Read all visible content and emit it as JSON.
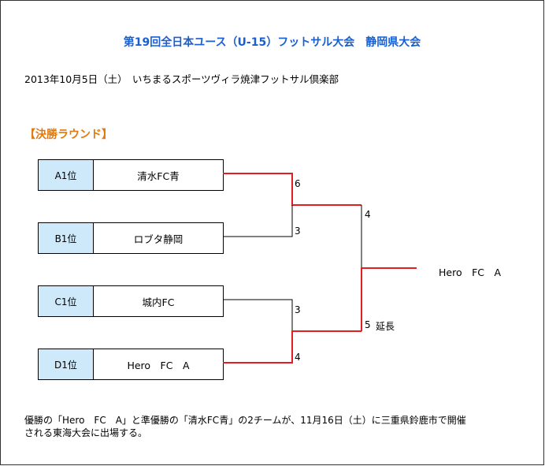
{
  "title": "第19回全日本ユース（U-15）フットサル大会　静岡県大会",
  "subtitle": "2013年10月5日（土）　いちまるスポーツヴィラ焼津フットサル倶楽部",
  "section_label": "【決勝ラウンド】",
  "teams": [
    {
      "seed": "A1位",
      "name": "清水FC青"
    },
    {
      "seed": "B1位",
      "name": "ロブタ静岡"
    },
    {
      "seed": "C1位",
      "name": "城内FC"
    },
    {
      "seed": "D1位",
      "name": "Hero　FC　A"
    }
  ],
  "scores": {
    "semi1_top": "6",
    "semi1_bottom": "3",
    "semi2_top": "3",
    "semi2_bottom": "4",
    "final_top": "4",
    "final_bottom": "5",
    "final_note": "延長"
  },
  "winner": "Hero　FC　A",
  "colors": {
    "title": "#1a5fd0",
    "section": "#e07a10",
    "seed_bg": "#cde9fa",
    "win_line": "#e02020",
    "lose_line": "#000000"
  },
  "footer_line1": "優勝の「Hero　FC　A」と準優勝の「清水FC青」の2チームが、11月16日（土）に三重県鈴鹿市で開催",
  "footer_line2": "される東海大会に出場する。"
}
